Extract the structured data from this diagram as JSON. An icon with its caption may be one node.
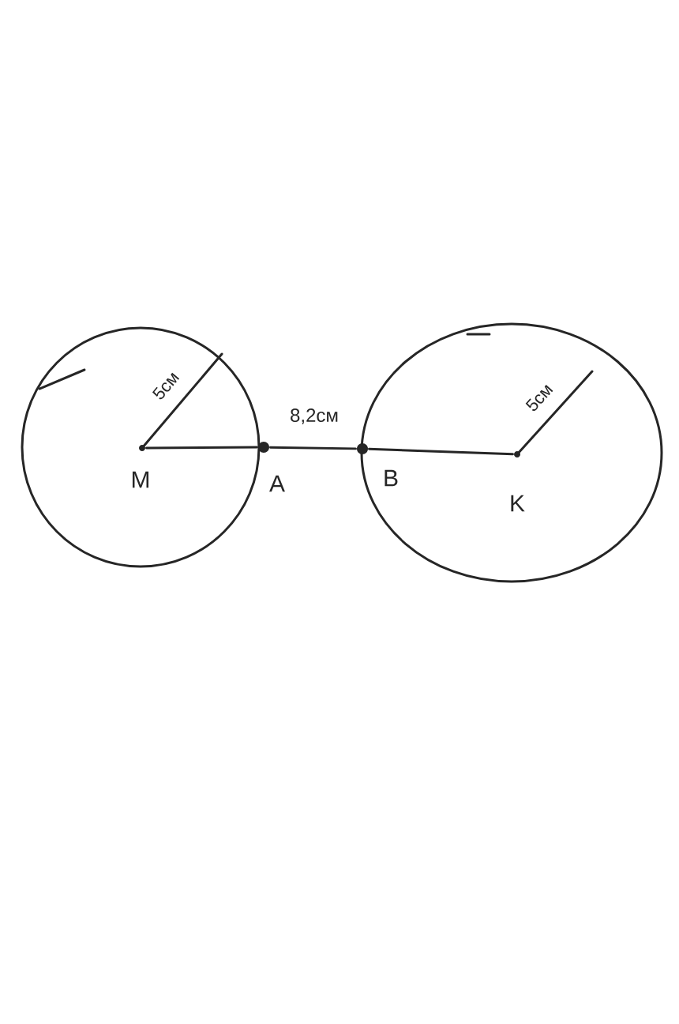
{
  "diagram": {
    "nodes": [
      {
        "text": [],
        "shape": "circle",
        "beside": [
          "M"
        ]
      },
      {
        "text": [],
        "shape": "circle",
        "beside": [
          "A"
        ]
      },
      {
        "text": [],
        "shape": "circle",
        "beside": [
          "B"
        ]
      },
      {
        "text": [],
        "shape": "circle",
        "beside": [
          "K"
        ]
      }
    ],
    "edges": [
      {
        "from": 0,
        "to": 1,
        "arrow": "none"
      },
      {
        "from": 1,
        "to": 2,
        "arrow": "none",
        "label": "8,2см"
      },
      {
        "from": 2,
        "to": 3,
        "arrow": "none"
      }
    ],
    "labels": [
      "5см",
      "5см"
    ]
  }
}
